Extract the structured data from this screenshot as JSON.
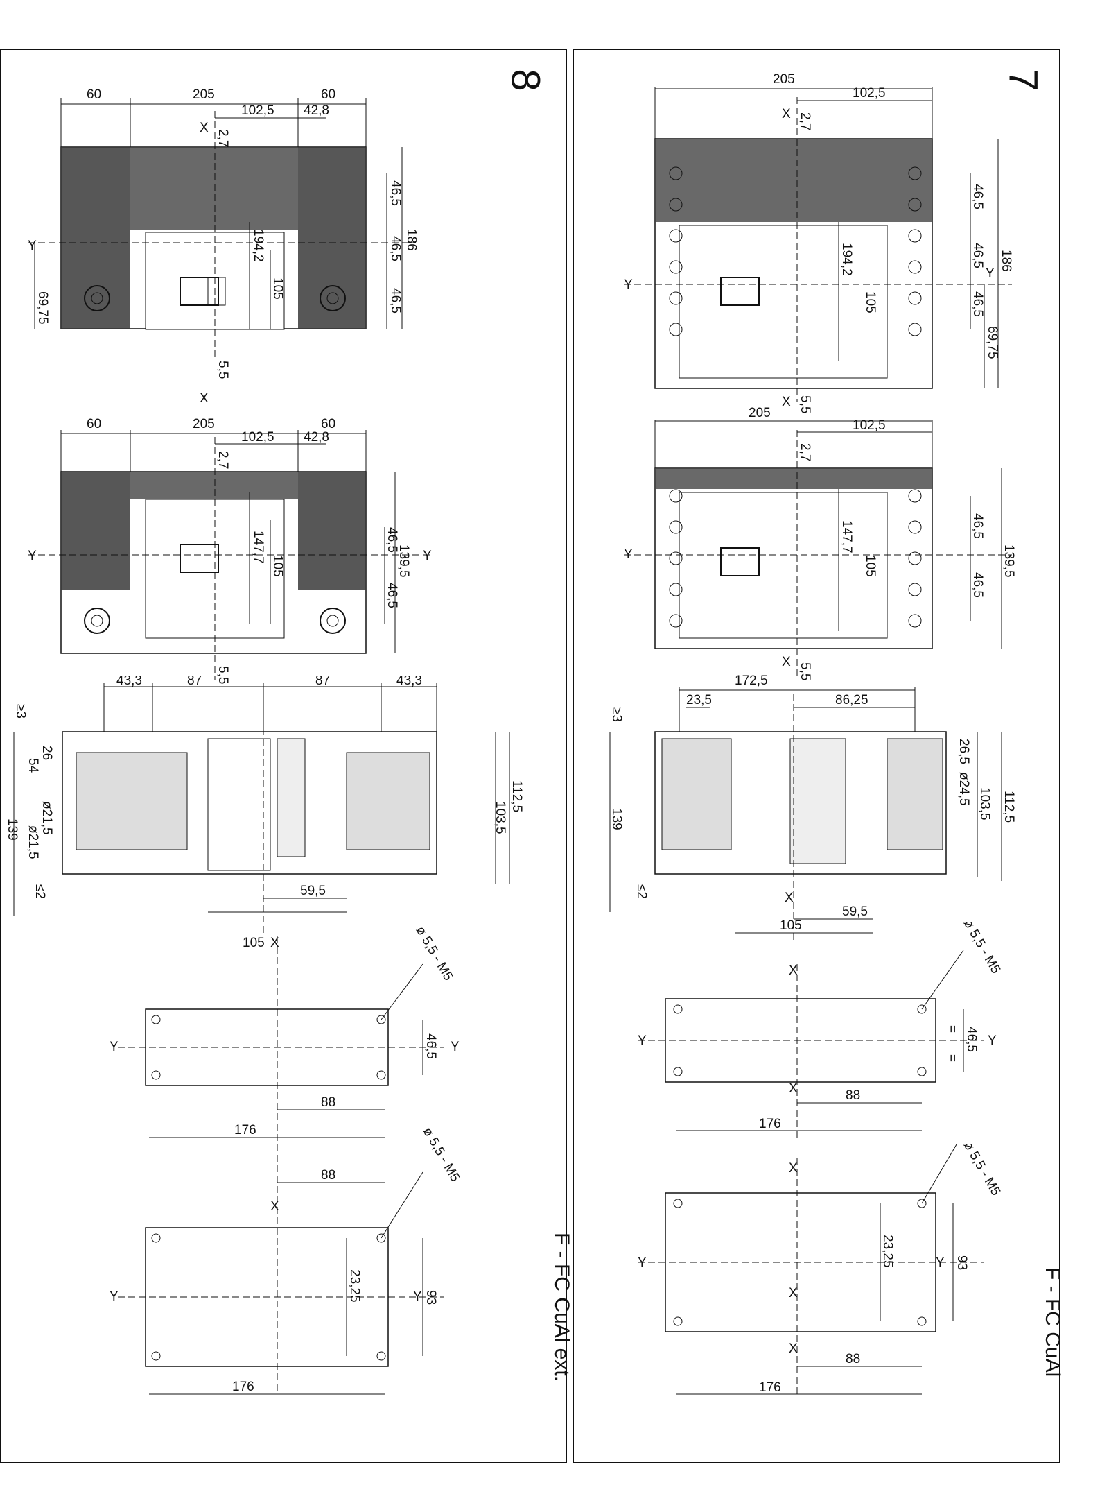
{
  "panels": [
    {
      "number": "8",
      "title": "F - FC CuAl ext."
    },
    {
      "number": "7",
      "title": "F - FC CuAl"
    }
  ],
  "axis_labels": {
    "x": "X",
    "y": "Y"
  },
  "panel8": {
    "front_top": [
      "60",
      "205",
      "60",
      "102,5",
      "42,8",
      "2,7",
      "46,5",
      "46,5",
      "46,5",
      "186",
      "194,2",
      "105",
      "69,75",
      "5,5"
    ],
    "front_mid": [
      "60",
      "205",
      "60",
      "102,5",
      "42,8",
      "2,7",
      "46,5",
      "46,5",
      "139,5",
      "147,7",
      "105",
      "5,5"
    ],
    "side": [
      "43,3",
      "87",
      "87",
      "43,3",
      "≥3",
      "26",
      "54",
      "ø21,5",
      "ø21,5",
      "139",
      "≤2",
      "112,5",
      "103,5",
      "59,5",
      "105"
    ],
    "drill1": [
      "ø 5,5 - M5",
      "46,5",
      "88",
      "176"
    ],
    "drill2": [
      "88",
      "ø 5,5 - M5",
      "23,25",
      "93",
      "176"
    ]
  },
  "panel7": {
    "front_top": [
      "205",
      "102,5",
      "2,7",
      "46,5",
      "46,5",
      "46,5",
      "186",
      "194,2",
      "105",
      "69,75",
      "5,5"
    ],
    "front_mid": [
      "205",
      "102,5",
      "2,7",
      "46,5",
      "46,5",
      "139,5",
      "147,7",
      "105",
      "5,5"
    ],
    "side": [
      "172,5",
      "23,5",
      "86,25",
      "≥3",
      "26,5",
      "ø24,5",
      "103,5",
      "112,5",
      "139",
      "≤2",
      "59,5",
      "105"
    ],
    "drill1": [
      "ø 5,5 - M5",
      "=",
      "=",
      "46,5",
      "88",
      "176"
    ],
    "drill2": [
      "ø 5,5 - M5",
      "23,25",
      "93",
      "88",
      "176"
    ]
  }
}
